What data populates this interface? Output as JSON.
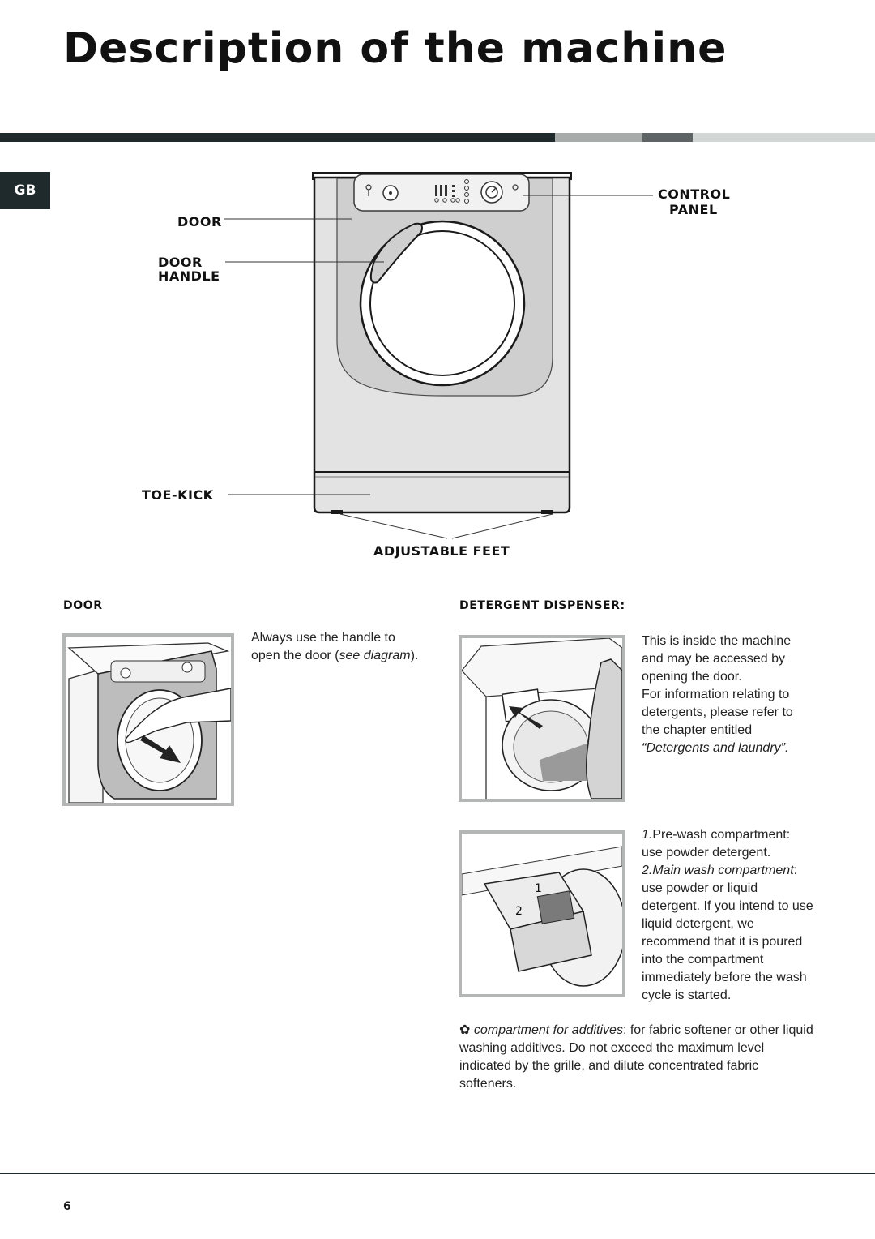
{
  "header": {
    "title": "Description of the machine",
    "band_colors": [
      "#1f2a2d",
      "#a7abaa",
      "#5e6465",
      "#d2d6d5"
    ]
  },
  "language_tab": "GB",
  "diagram": {
    "labels": {
      "door": "DOOR",
      "door_handle_line1": "DOOR",
      "door_handle_line2": "HANDLE",
      "toe_kick": "TOE-KICK",
      "control_panel_line1": "CONTROL",
      "control_panel_line2": "PANEL",
      "adjustable_feet": "ADJUSTABLE FEET"
    },
    "machine_body_color": "#e3e3e3",
    "door_glass_color": "#ffffff"
  },
  "door_section": {
    "heading": "DOOR",
    "text_before": "Always use the handle to open the door (",
    "text_italic": "see diagram",
    "text_after": ").",
    "photo_icon": "hand-opening-door-illustration"
  },
  "dispenser_section": {
    "heading": "DETERGENT DISPENSER:",
    "intro": "This is inside the machine and may be accessed by opening the door.",
    "info_prefix": "For information relating to detergents, please refer to the chapter entitled ",
    "info_chapter": "“Detergents and laundry”.",
    "drawer_marks": [
      "1",
      "2"
    ],
    "item1_num": "1.",
    "item1_text": "Pre-wash compartment: use powder detergent.",
    "item2_num": "2.",
    "item2_italic": "Main wash compartment",
    "item2_text": ": use powder or liquid detergent. If you intend to use liquid detergent, we recommend that it is poured into the compartment immediately before the wash cycle is started.",
    "additives_icon": "flower-icon",
    "additives_italic": "compartment for additives",
    "additives_text": ": for fabric softener or other liquid washing additives. Do not exceed the maximum level indicated by the grille, and dilute concentrated fabric softeners."
  },
  "footer": {
    "page_number": "6"
  }
}
